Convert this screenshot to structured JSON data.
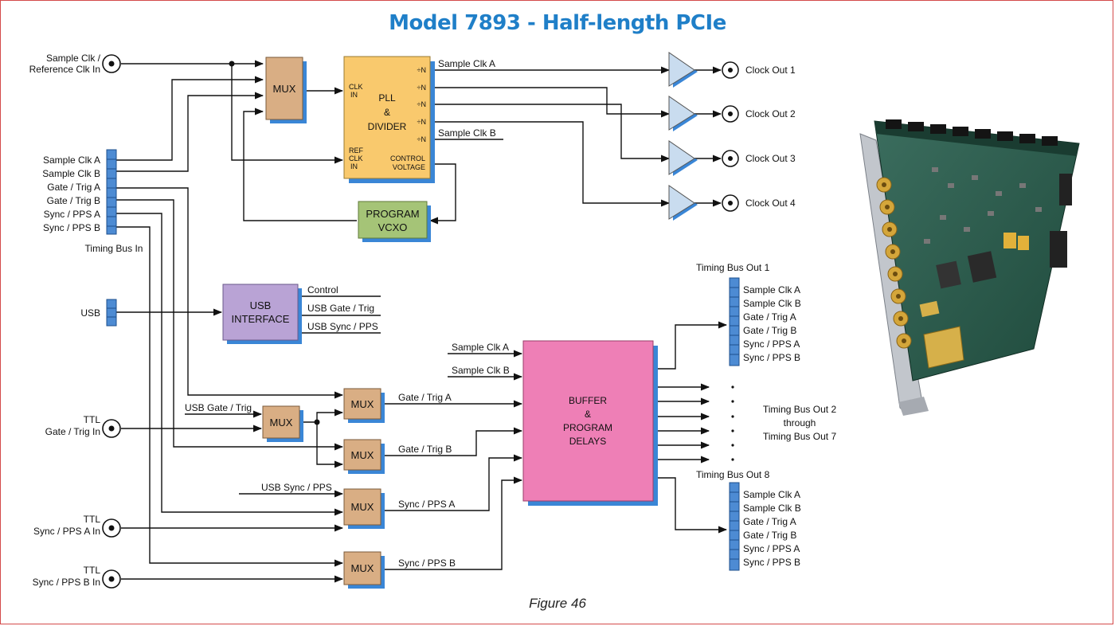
{
  "title": "Model 7893 - Half-length PCIe",
  "caption": "Figure 46",
  "inputs": {
    "ref_clk": [
      "Sample Clk /",
      "Reference Clk In"
    ],
    "usb": "USB",
    "ttl_gate": [
      "TTL",
      "Gate / Trig In"
    ],
    "ttl_sync_a": [
      "TTL",
      "Sync / PPS A In"
    ],
    "ttl_sync_b": [
      "TTL",
      "Sync / PPS B In"
    ]
  },
  "timing_bus_in": {
    "label": "Timing Bus In",
    "signals": [
      "Sample Clk A",
      "Sample Clk B",
      "Gate / Trig A",
      "Gate / Trig B",
      "Sync / PPS A",
      "Sync / PPS B"
    ]
  },
  "blocks": {
    "mux": "MUX",
    "pll": [
      "CLK",
      "IN",
      "PLL",
      "&",
      "DIVIDER",
      "REF",
      "CLK",
      "IN",
      "CONTROL",
      "VOLTAGE"
    ],
    "divn": "÷N",
    "vcxo": [
      "PROGRAM",
      "VCXO"
    ],
    "usb_if": [
      "USB",
      "INTERFACE"
    ],
    "buffer": [
      "BUFFER",
      "&",
      "PROGRAM",
      "DELAYS"
    ]
  },
  "signals": {
    "sample_clk_a": "Sample Clk A",
    "sample_clk_b": "Sample Clk B",
    "control": "Control",
    "usb_gate": "USB Gate / Trig",
    "usb_sync": "USB Sync / PPS",
    "gate_a": "Gate / Trig A",
    "gate_b": "Gate / Trig B",
    "sync_a": "Sync / PPS A",
    "sync_b": "Sync / PPS B"
  },
  "clock_outs": [
    "Clock Out 1",
    "Clock Out 2",
    "Clock Out 3",
    "Clock Out 4"
  ],
  "timing_bus_out_1": {
    "label": "Timing Bus Out 1",
    "signals": [
      "Sample Clk A",
      "Sample Clk B",
      "Gate / Trig A",
      "Gate / Trig B",
      "Sync / PPS A",
      "Sync / PPS B"
    ]
  },
  "timing_bus_out_8": {
    "label": "Timing Bus Out 8",
    "signals": [
      "Sample Clk A",
      "Sample Clk B",
      "Gate / Trig A",
      "Gate / Trig B",
      "Sync / PPS A",
      "Sync / PPS B"
    ]
  },
  "bus_out_middle": [
    "Timing Bus Out 2",
    "through",
    "Timing Bus Out 7"
  ],
  "colors": {
    "title": "#1f7fc8",
    "mux": "#d9ae84",
    "pll": "#f9c96d",
    "vcxo": "#a5c477",
    "usb_if": "#b9a3d5",
    "buffer": "#ee7fb6",
    "amp": "#c9dcef",
    "connector": "#4d8bd3",
    "shadow": "#3a86d6",
    "frame": "#d44a4a"
  }
}
